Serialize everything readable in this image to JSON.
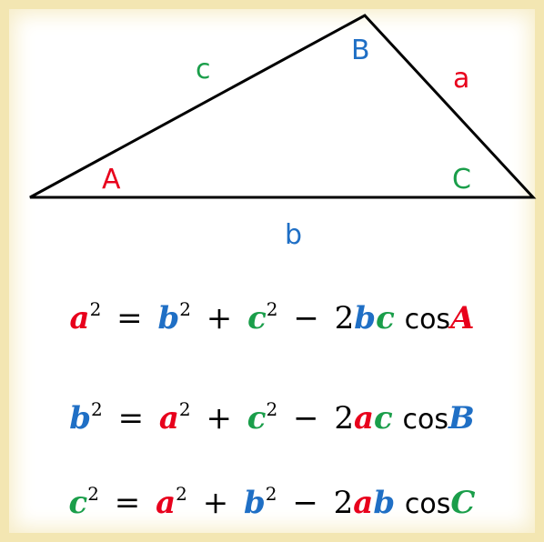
{
  "colors": {
    "a": "#e8001c",
    "b": "#1f6fc5",
    "c": "#1a9e4a",
    "edge": "#000000",
    "background": "#ffffff",
    "border": "#f3e6b2"
  },
  "diagram": {
    "vertex_A": "A",
    "vertex_B": "B",
    "vertex_C": "C",
    "side_a": "a",
    "side_b": "b",
    "side_c": "c"
  },
  "formulas": [
    {
      "lhs": "a",
      "t1": "b",
      "t2": "c",
      "coef": "2",
      "p1": "b",
      "p2": "c",
      "fn": "cos",
      "angle": "A",
      "sq": "2"
    },
    {
      "lhs": "b",
      "t1": "a",
      "t2": "c",
      "coef": "2",
      "p1": "a",
      "p2": "c",
      "fn": "cos",
      "angle": "B",
      "sq": "2"
    },
    {
      "lhs": "c",
      "t1": "a",
      "t2": "b",
      "coef": "2",
      "p1": "a",
      "p2": "b",
      "fn": "cos",
      "angle": "C",
      "sq": "2"
    }
  ]
}
